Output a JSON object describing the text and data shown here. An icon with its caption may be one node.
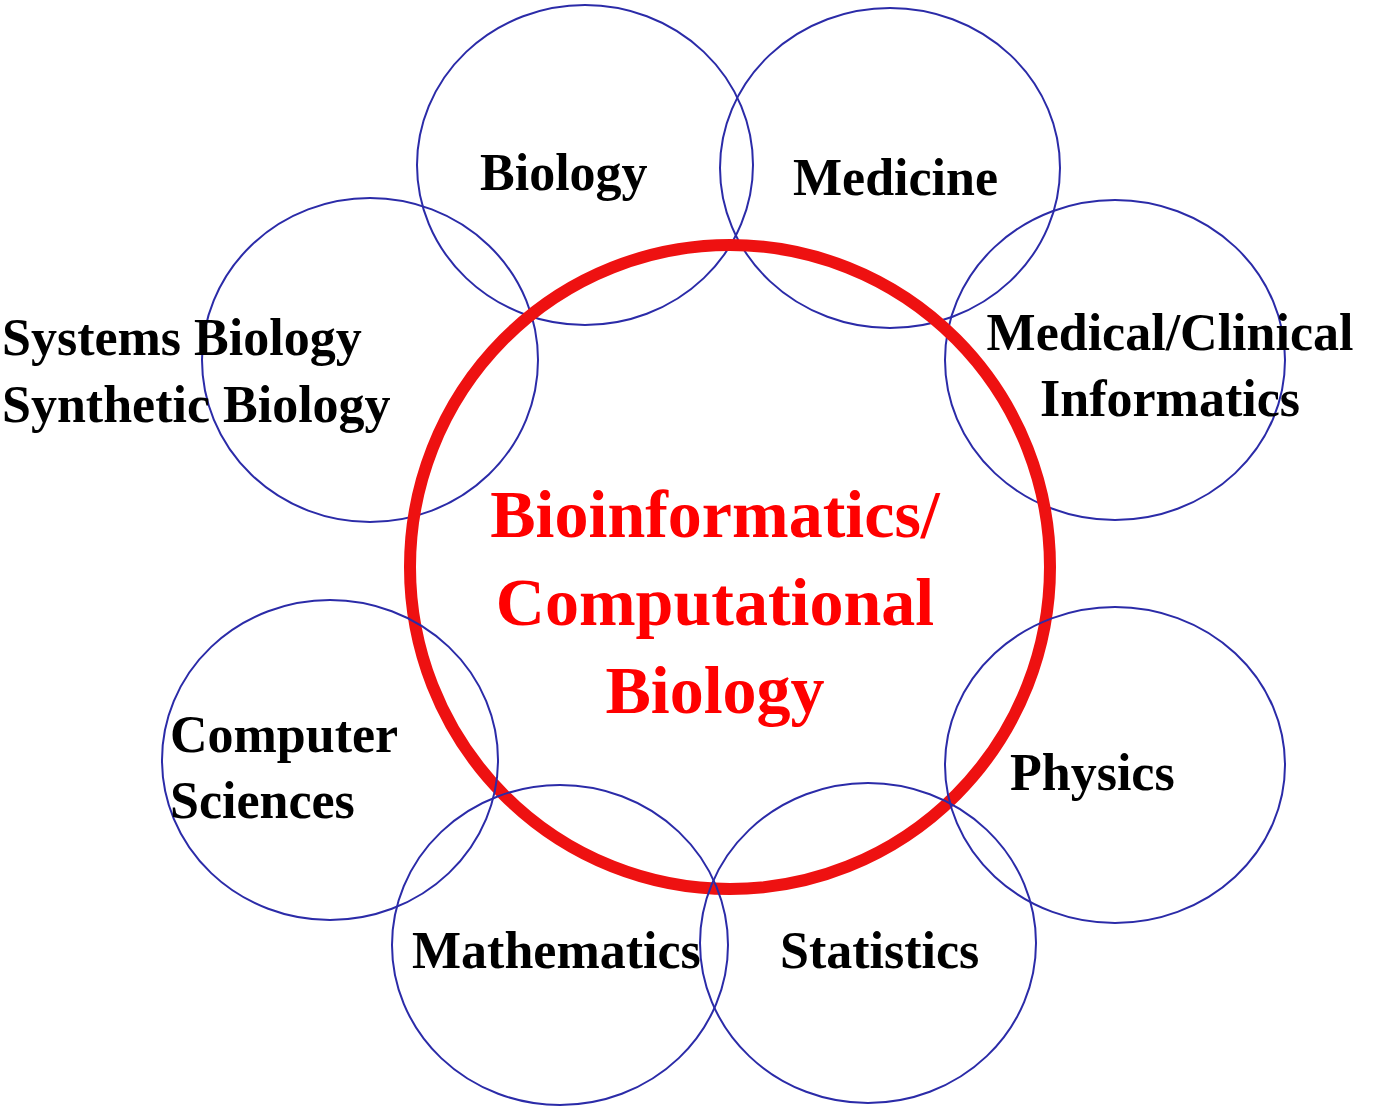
{
  "diagram": {
    "nodes": [
      {
        "text": [
          "Biology"
        ]
      },
      {
        "text": [
          "Medicine"
        ]
      },
      {
        "text": [
          "Systems Biology",
          "Synthetic Biology"
        ]
      },
      {
        "text": [
          "Medical/Clinical Informatics"
        ]
      },
      {
        "text": [
          "Bioinformatics/ Computational Biology"
        ]
      },
      {
        "text": [
          "Computer Sciences"
        ]
      },
      {
        "text": [
          "Physics"
        ]
      },
      {
        "text": [
          "Mathematics"
        ]
      },
      {
        "text": [
          "Statistics"
        ]
      }
    ]
  }
}
